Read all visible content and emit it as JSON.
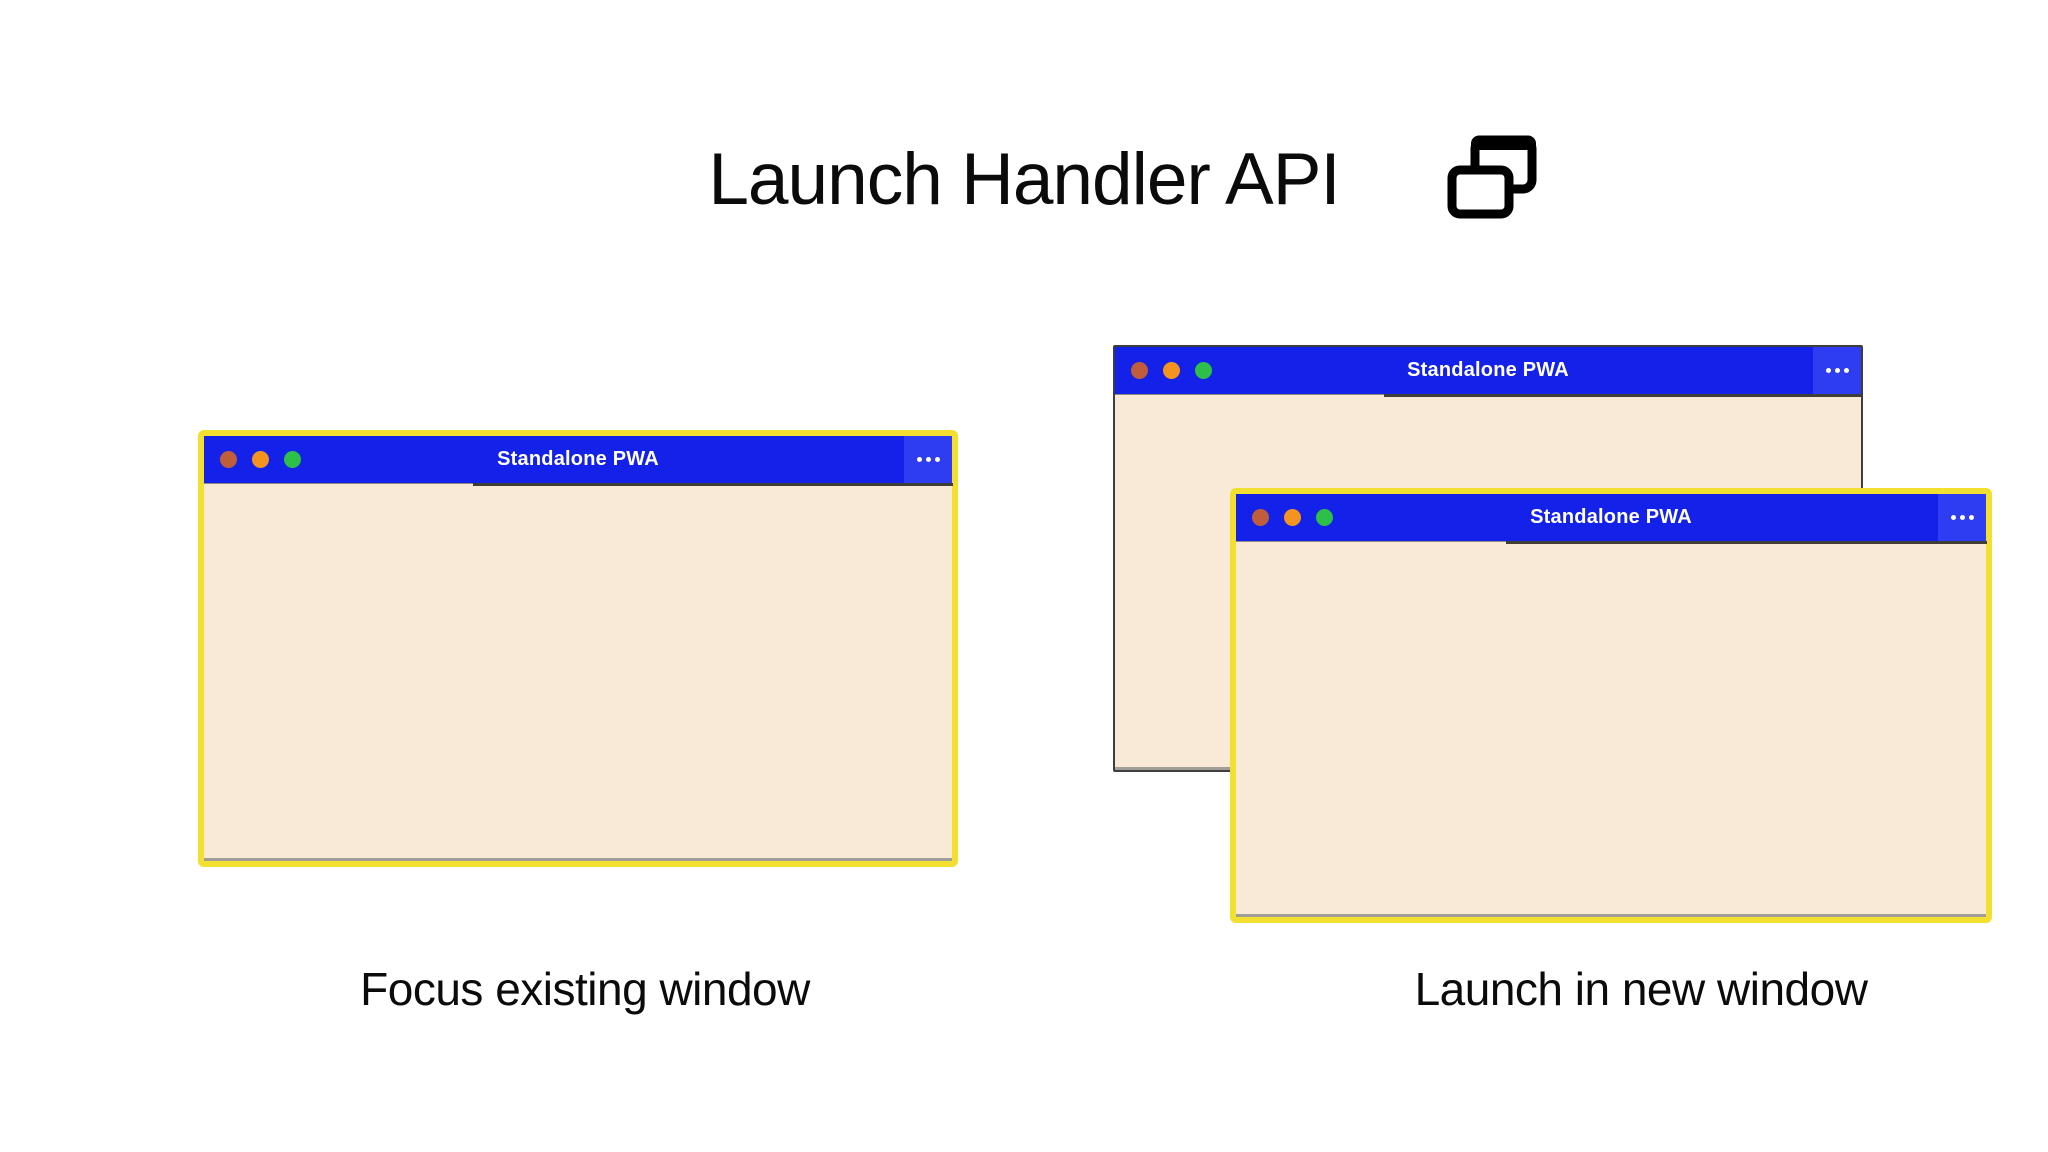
{
  "page": {
    "title": "Launch Handler API",
    "title_icon": "overlapping-windows-icon"
  },
  "colors": {
    "page-bg": "#ffffff",
    "titlebar-blue": "#1421E8",
    "titlebar-blue-light": "#2E3CF2",
    "window-beige": "#F8EAD7",
    "highlight-yellow": "#F3DF2F",
    "dot-red": "#C05E3C",
    "dot-orange": "#F39420",
    "dot-green": "#2EBF48",
    "back-window-border": "#3E3E3E",
    "text-black": "#0b0b0b"
  },
  "windows": [
    {
      "id": "left",
      "title": "Standalone PWA",
      "border": "yellow",
      "menu_icon": "ellipsis"
    },
    {
      "id": "back-right",
      "title": "Standalone PWA",
      "border": "dark",
      "menu_icon": "ellipsis"
    },
    {
      "id": "front-right",
      "title": "Standalone PWA",
      "border": "yellow",
      "menu_icon": "ellipsis"
    }
  ],
  "captions": [
    {
      "text": "Focus existing window"
    },
    {
      "text": "Launch in new window"
    }
  ]
}
